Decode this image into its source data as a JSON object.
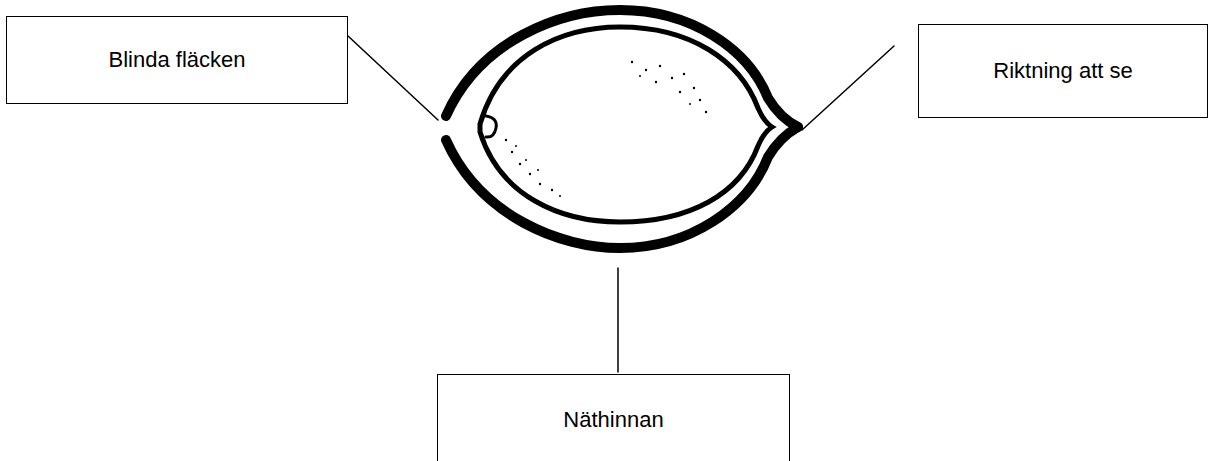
{
  "diagram": {
    "nodes": [
      {
        "text": [
          "Blinda fläcken"
        ]
      },
      {
        "text": [
          "Riktning att se"
        ]
      },
      {
        "text": [
          "Näthinnan"
        ]
      }
    ]
  }
}
